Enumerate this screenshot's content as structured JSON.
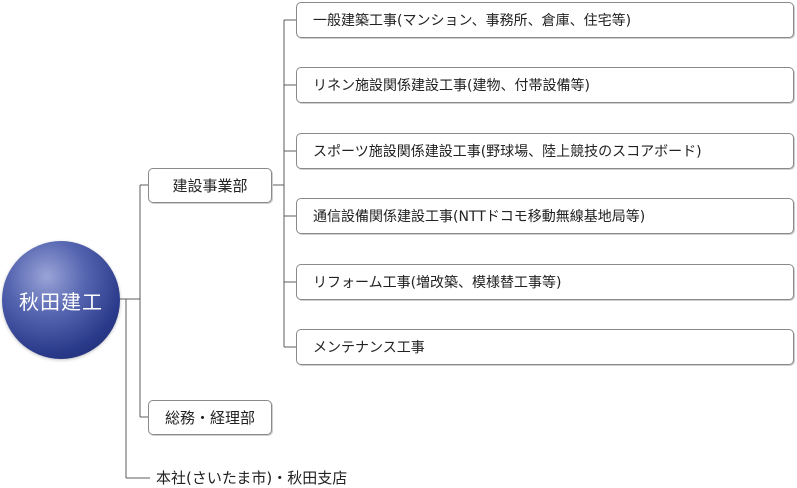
{
  "root": {
    "label": "秋田建工"
  },
  "departments": [
    {
      "label": "建設事業部"
    },
    {
      "label": "総務・経理部"
    }
  ],
  "works": [
    {
      "label": "一般建築工事(マンション、事務所、倉庫、住宅等)"
    },
    {
      "label": "リネン施設関係建設工事(建物、付帯設備等)"
    },
    {
      "label": "スポーツ施設関係建設工事(野球場、陸上競技のスコアボード)"
    },
    {
      "label": "通信設備関係建設工事(NTTドコモ移動無線基地局等)"
    },
    {
      "label": "リフォーム工事(増改築、模様替工事等)"
    },
    {
      "label": "メンテナンス工事"
    }
  ],
  "offices": {
    "label": "本社(さいたま市)・秋田支店"
  },
  "colors": {
    "line": "#5c5c5c",
    "root_fill": "#2a3a8a",
    "box_border": "#8a8a8a"
  }
}
